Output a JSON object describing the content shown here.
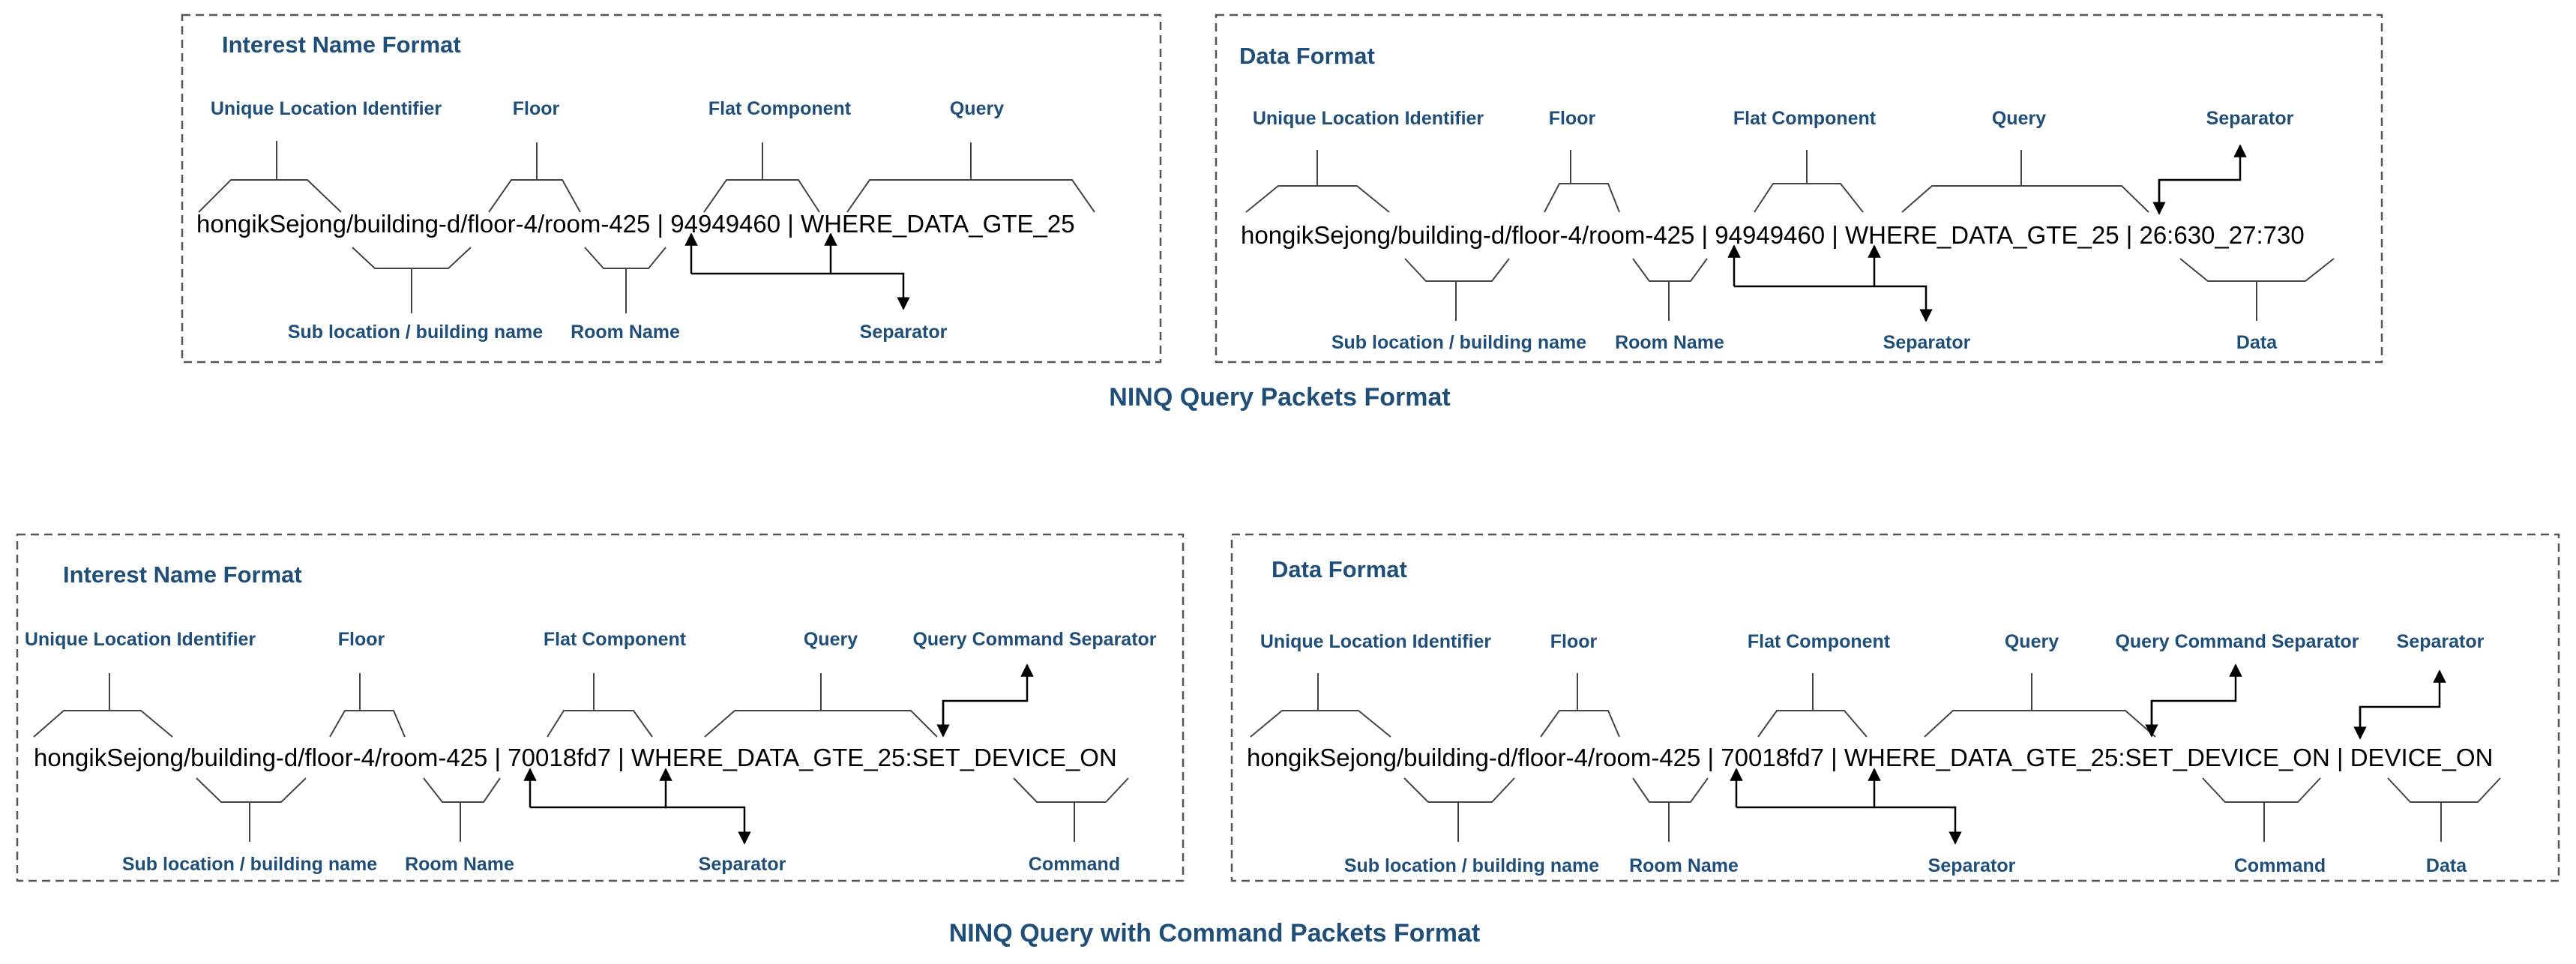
{
  "query_section": {
    "caption": "NINQ Query Packets Format",
    "interest_panel": {
      "title": "Interest Name Format",
      "label_unique_location": "Unique Location Identifier",
      "label_floor": "Floor",
      "label_flat_component": "Flat Component",
      "label_query": "Query",
      "label_sub_location": "Sub location / building name",
      "label_room_name": "Room Name",
      "label_separator": "Separator",
      "format_string": "hongikSejong/building-d/floor-4/room-425 | 94949460 | WHERE_DATA_GTE_25"
    },
    "data_panel": {
      "title": "Data Format",
      "label_unique_location": "Unique Location Identifier",
      "label_floor": "Floor",
      "label_flat_component": "Flat Component",
      "label_query": "Query",
      "label_separator_top": "Separator",
      "label_sub_location": "Sub location / building name",
      "label_room_name": "Room Name",
      "label_separator": "Separator",
      "label_data": "Data",
      "format_string": "hongikSejong/building-d/floor-4/room-425 | 94949460 | WHERE_DATA_GTE_25 | 26:630_27:730"
    }
  },
  "command_section": {
    "caption": "NINQ Query with Command Packets Format",
    "interest_panel": {
      "title": "Interest Name Format",
      "label_unique_location": "Unique Location Identifier",
      "label_floor": "Floor",
      "label_flat_component": "Flat Component",
      "label_query": "Query",
      "label_query_command_separator": "Query Command Separator",
      "label_sub_location": "Sub location / building name",
      "label_room_name": "Room Name",
      "label_separator": "Separator",
      "label_command": "Command",
      "format_string": "hongikSejong/building-d/floor-4/room-425 | 70018fd7 | WHERE_DATA_GTE_25:SET_DEVICE_ON"
    },
    "data_panel": {
      "title": "Data Format",
      "label_unique_location": "Unique Location Identifier",
      "label_floor": "Floor",
      "label_flat_component": "Flat Component",
      "label_query": "Query",
      "label_query_command_separator": "Query Command Separator",
      "label_separator_top": "Separator",
      "label_sub_location": "Sub location / building name",
      "label_room_name": "Room Name",
      "label_separator": "Separator",
      "label_command": "Command",
      "label_data": "Data",
      "format_string": "hongikSejong/building-d/floor-4/room-425 | 70018fd7 | WHERE_DATA_GTE_25:SET_DEVICE_ON | DEVICE_ON"
    }
  }
}
